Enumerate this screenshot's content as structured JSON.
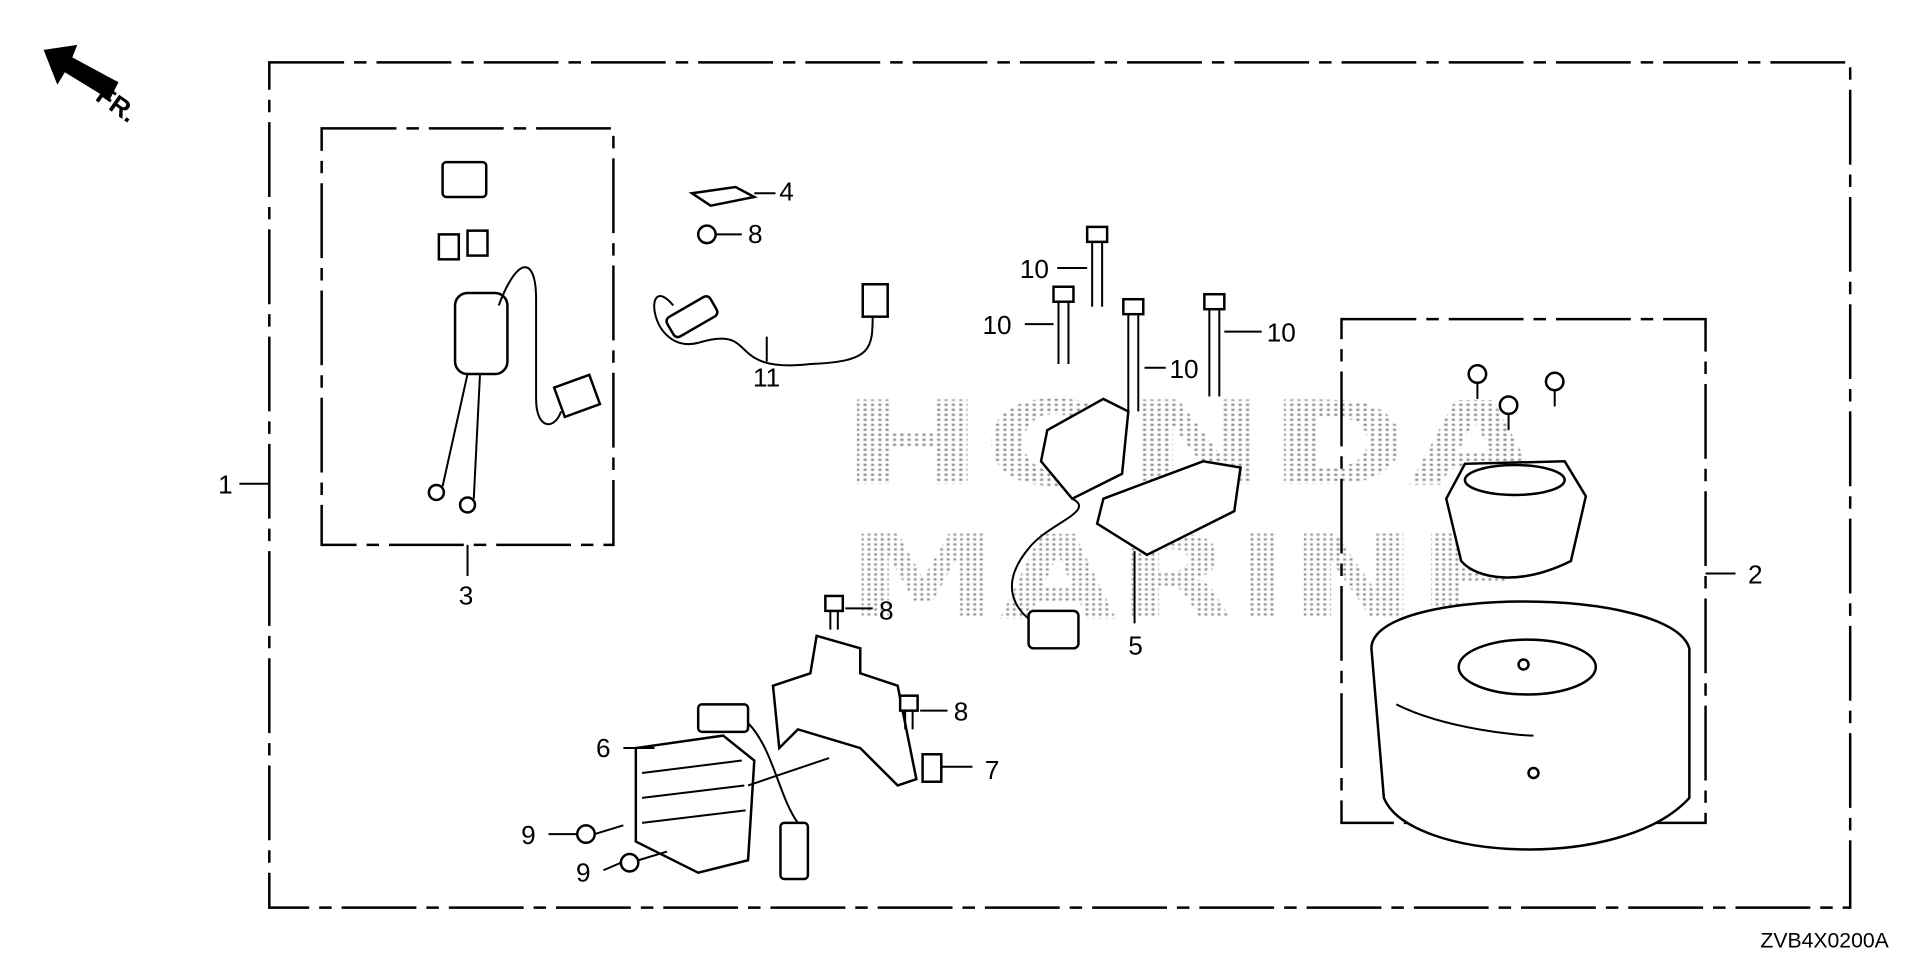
{
  "diagram": {
    "direction_indicator": "FR.",
    "watermark": [
      "HONDA",
      "MARINE"
    ],
    "drawing_code": "ZVB4X0200A",
    "callouts": {
      "c1": "1",
      "c2": "2",
      "c3": "3",
      "c4": "4",
      "c5": "5",
      "c6": "6",
      "c7": "7",
      "c8a": "8",
      "c8b": "8",
      "c8c": "8",
      "c9a": "9",
      "c9b": "9",
      "c10a": "10",
      "c10b": "10",
      "c10c": "10",
      "c10d": "10",
      "c11": "11"
    }
  }
}
